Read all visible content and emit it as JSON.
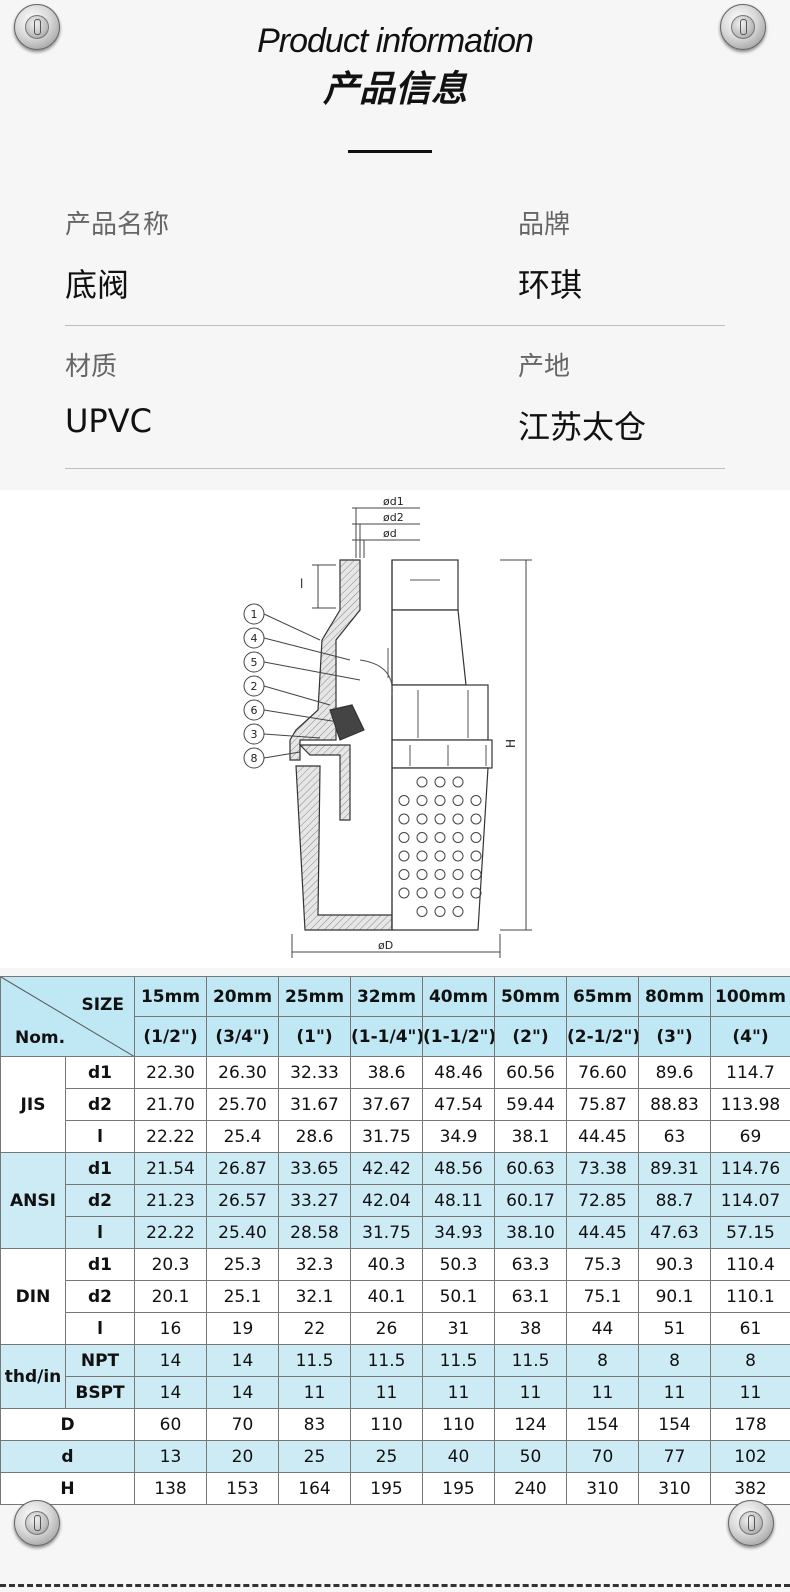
{
  "header": {
    "title_en": "Product information",
    "title_cn": "产品信息"
  },
  "info": {
    "product_name_label": "产品名称",
    "product_name_value": "底阀",
    "brand_label": "品牌",
    "brand_value": "环琪",
    "material_label": "材质",
    "material_value": "UPVC",
    "origin_label": "产地",
    "origin_value": "江苏太仓"
  },
  "diagram": {
    "dim_d1": "ød1",
    "dim_d2": "ød2",
    "dim_d": "ød",
    "dim_l": "l",
    "dim_H": "H",
    "dim_D": "øD",
    "callouts": [
      "1",
      "4",
      "5",
      "2",
      "6",
      "3",
      "8"
    ]
  },
  "table": {
    "corner_size": "SIZE",
    "corner_nom": "Nom.",
    "sizes": [
      {
        "mm": "15mm",
        "inch": "(1/2\")"
      },
      {
        "mm": "20mm",
        "inch": "(3/4\")"
      },
      {
        "mm": "25mm",
        "inch": "(1\")"
      },
      {
        "mm": "32mm",
        "inch": "(1-1/4\")"
      },
      {
        "mm": "40mm",
        "inch": "(1-1/2\")"
      },
      {
        "mm": "50mm",
        "inch": "(2\")"
      },
      {
        "mm": "65mm",
        "inch": "(2-1/2\")"
      },
      {
        "mm": "80mm",
        "inch": "(3\")"
      },
      {
        "mm": "100mm",
        "inch": "(4\")"
      }
    ],
    "groups": [
      {
        "name": "JIS",
        "rows": [
          {
            "label": "d1",
            "values": [
              "22.30",
              "26.30",
              "32.33",
              "38.6",
              "48.46",
              "60.56",
              "76.60",
              "89.6",
              "114.7"
            ]
          },
          {
            "label": "d2",
            "values": [
              "21.70",
              "25.70",
              "31.67",
              "37.67",
              "47.54",
              "59.44",
              "75.87",
              "88.83",
              "113.98"
            ]
          },
          {
            "label": "l",
            "values": [
              "22.22",
              "25.4",
              "28.6",
              "31.75",
              "34.9",
              "38.1",
              "44.45",
              "63",
              "69"
            ]
          }
        ]
      },
      {
        "name": "ANSI",
        "rows": [
          {
            "label": "d1",
            "values": [
              "21.54",
              "26.87",
              "33.65",
              "42.42",
              "48.56",
              "60.63",
              "73.38",
              "89.31",
              "114.76"
            ]
          },
          {
            "label": "d2",
            "values": [
              "21.23",
              "26.57",
              "33.27",
              "42.04",
              "48.11",
              "60.17",
              "72.85",
              "88.7",
              "114.07"
            ]
          },
          {
            "label": "l",
            "values": [
              "22.22",
              "25.40",
              "28.58",
              "31.75",
              "34.93",
              "38.10",
              "44.45",
              "47.63",
              "57.15"
            ]
          }
        ]
      },
      {
        "name": "DIN",
        "rows": [
          {
            "label": "d1",
            "values": [
              "20.3",
              "25.3",
              "32.3",
              "40.3",
              "50.3",
              "63.3",
              "75.3",
              "90.3",
              "110.4"
            ]
          },
          {
            "label": "d2",
            "values": [
              "20.1",
              "25.1",
              "32.1",
              "40.1",
              "50.1",
              "63.1",
              "75.1",
              "90.1",
              "110.1"
            ]
          },
          {
            "label": "l",
            "values": [
              "16",
              "19",
              "22",
              "26",
              "31",
              "38",
              "44",
              "51",
              "61"
            ]
          }
        ]
      },
      {
        "name": "thd/in",
        "rows": [
          {
            "label": "NPT",
            "values": [
              "14",
              "14",
              "11.5",
              "11.5",
              "11.5",
              "11.5",
              "8",
              "8",
              "8"
            ]
          },
          {
            "label": "BSPT",
            "values": [
              "14",
              "14",
              "11",
              "11",
              "11",
              "11",
              "11",
              "11",
              "11"
            ]
          }
        ]
      }
    ],
    "singles": [
      {
        "label": "D",
        "values": [
          "60",
          "70",
          "83",
          "110",
          "110",
          "124",
          "154",
          "154",
          "178"
        ]
      },
      {
        "label": "d",
        "values": [
          "13",
          "20",
          "25",
          "25",
          "40",
          "50",
          "70",
          "77",
          "102"
        ]
      },
      {
        "label": "H",
        "values": [
          "138",
          "153",
          "164",
          "195",
          "195",
          "240",
          "310",
          "310",
          "382"
        ]
      }
    ]
  }
}
